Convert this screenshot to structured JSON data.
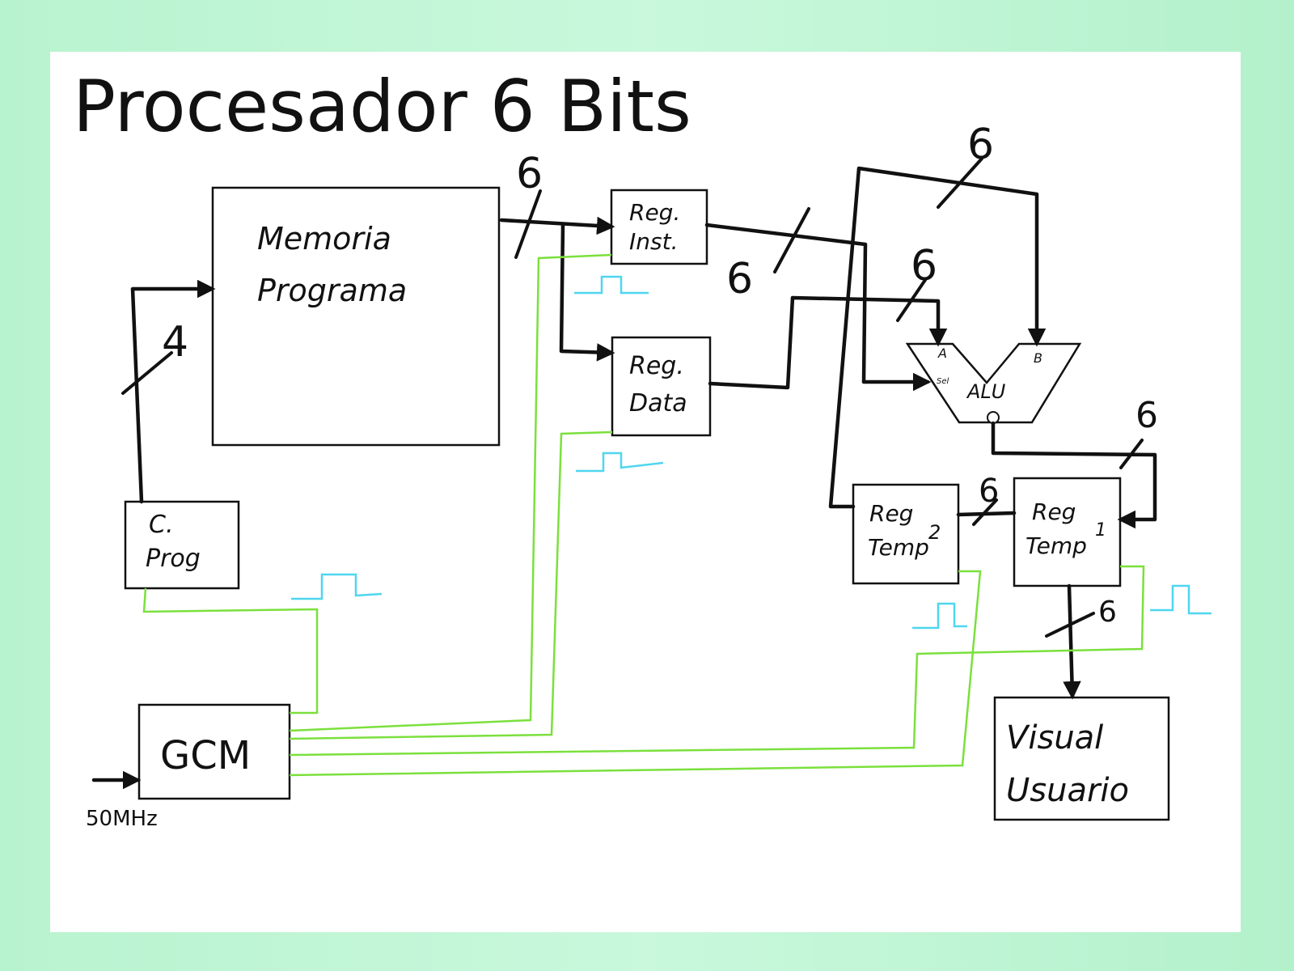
{
  "title": "Procesador 6 Bits",
  "blocks": {
    "memoria_line1": "Memoria",
    "memoria_line2": "Programa",
    "cprog_line1": "C.",
    "cprog_line2": "Prog",
    "reg_inst_line1": "Reg.",
    "reg_inst_line2": "Inst.",
    "reg_data_line1": "Reg.",
    "reg_data_line2": "Data",
    "alu": "ALU",
    "alu_a": "A",
    "alu_b": "B",
    "alu_sel": "Sel",
    "reg_temp2_line1": "Reg",
    "reg_temp2_line2": "Temp",
    "reg_temp2_num": "2",
    "reg_temp1_line1": "Reg",
    "reg_temp1_line2": "Temp",
    "reg_temp1_num": "1",
    "visual_line1": "Visual",
    "visual_line2": "Usuario",
    "gcm": "GCM",
    "clock_input": "50MHz"
  },
  "bus_widths": {
    "pc_to_mem": "4",
    "mem_out": "6",
    "inst_to_sel": "6",
    "data_to_a": "6",
    "feedback_to_b": "6",
    "alu_out": "6",
    "temp1_to_temp2": "6",
    "temp1_to_visual": "6"
  },
  "colors": {
    "clock_lines": "#7be03d",
    "clock_pulses": "#4fd6ef",
    "ink": "#111111",
    "frame": "#bff5d6"
  }
}
